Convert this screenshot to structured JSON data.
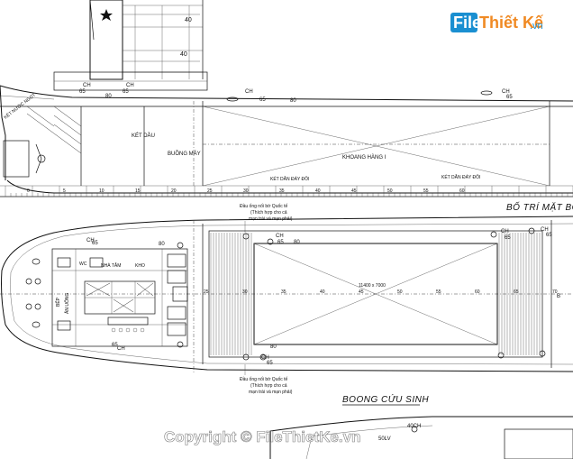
{
  "logo": {
    "brand_file": "File",
    "brand_rest": "Thiết Kế",
    "brand_tld": ".vn",
    "brand_color": "#1a8fd1",
    "accent_color": "#f08a24"
  },
  "profile": {
    "labels": {
      "fr_40a": "40",
      "fr_40b": "40",
      "ch65_left": "CH",
      "v65_left": "65",
      "v80_left": "80",
      "ch65_mid": "CH",
      "v65_mid": "65",
      "ch_right1": "CH",
      "v65_right1": "65",
      "v80_right1": "80",
      "ch_right2": "CH",
      "v65_right2": "65",
      "ket_dau": "KÉT DẦU",
      "buong_may": "BUỒNG MÁY",
      "khoang_hang": "KHOANG HÀNG I",
      "ket_dan_day_doi": "KÉT DẰN ĐÁY ĐÔI",
      "ket_dan_day_doi_2": "KÉT DẰN ĐÁY ĐÔI",
      "ket_nuoc_ngot": "KÉT NƯỚC NGỌT"
    },
    "frame_numbers": [
      "0",
      "5",
      "10",
      "15",
      "20",
      "25",
      "30",
      "35",
      "40",
      "45",
      "50",
      "55",
      "60"
    ]
  },
  "deck_plan": {
    "title": "BỐ TRÍ MẶT BO",
    "note_top": [
      "Đầu ống nối bờ Quốc tế",
      "(Thích hợp cho cả",
      "mạn trái và mạn phải)"
    ],
    "note_bottom": [
      "Đầu ống nối bờ Quốc tế",
      "(Thích hợp cho cả",
      "mạn trái và mạn phải)"
    ],
    "hatch_label": "11400 x 7000",
    "labels": {
      "ch65_a": "CH",
      "v65_a": "65",
      "v80_a": "80",
      "ch_b": "CH",
      "v65_b": "65",
      "v80_b": "80",
      "ch_c": "CH",
      "v65_c": "65",
      "ch_d": "CH",
      "v65_d": "65",
      "ch_e": "CH",
      "v65_e": "65",
      "ch_f": "CH",
      "v65_f": "65",
      "v80_f": "80",
      "nha_tam": "NHÀ TẮM",
      "wc": "WC",
      "kho": "KHO",
      "bep": "BẾP",
      "an_uong": "ĂN UỐNG",
      "b_right": "B"
    },
    "frame_numbers": [
      "25",
      "30",
      "35",
      "40",
      "45",
      "50",
      "55",
      "60",
      "65",
      "70"
    ]
  },
  "bottom": {
    "title": "BOONG CỨU SINH",
    "watermark": "Copyright © FileThietKe.vn",
    "ch40": "40CH",
    "v50": "50LV"
  }
}
